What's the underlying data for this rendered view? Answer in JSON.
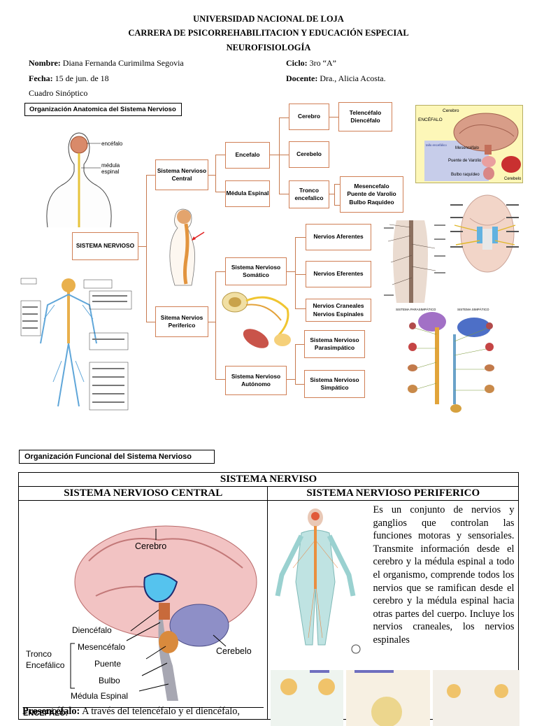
{
  "header": {
    "university": "UNIVERSIDAD NACIONAL DE LOJA",
    "career": "CARRERA DE PSICORREHABILITACION Y EDUCACIÓN ESPECIAL",
    "subject": "NEUROFISIOLOGÍA"
  },
  "meta": {
    "name_label": "Nombre:",
    "name_value": "Diana Fernanda Curimilma Segovia",
    "cycle_label": "Ciclo:",
    "cycle_value": "3ro “A”",
    "date_label": "Fecha:",
    "date_value": "15 de jun. de 18",
    "teacher_label": "Docente:",
    "teacher_value": "Dra., Alicia Acosta.",
    "doc_type": "Cuadro Sinóptico"
  },
  "anatomic": {
    "title": "Organización Anatomica del Sistema Nervioso",
    "root": "SISTEMA NERVIOSO",
    "snc": "Sistema Nervioso Central",
    "snp": "Sitema Nervios Periferico",
    "encefalo": "Encefalo",
    "medula": "Médula Espinal",
    "cerebro": "Cerebro",
    "cerebelo": "Cerebelo",
    "tronco": "Tronco encefalico",
    "telencefalo": "Telencéfalo",
    "diencefalo": "Diencéfalo",
    "mesencefalo": "Mesencefalo",
    "puente": "Puente de Varolio",
    "bulbo": "Bulbo Raquideo",
    "somatico": "Sistema Nervioso Somático",
    "autonomo": "Sistema Nervioso Autónomo",
    "aferentes": "Nervios Aferentes",
    "eferentes": "Nervios Eferentes",
    "craneales": "Nervios Craneales",
    "espinales": "Nervios Espinales",
    "parasimpatico": "Sistema Nervioso Parasimpático",
    "simpatico": "Sistema Nervioso Simpático"
  },
  "figure_labels": {
    "body_encefalo": "encéfalo",
    "body_medula": "médula",
    "body_espinal": "espinal",
    "brain_cerebro": "Cerebro",
    "brain_encefalo": "ENCÉFALO",
    "brain_mesencefalo": "Mesencéfalo",
    "brain_puente": "Puente de Varolio",
    "brain_bulbo": "Bulbo raquídeo",
    "brain_cerebelo": "Cerebelo",
    "brain_tallo": "tallo encefálico",
    "chain_para": "SISTEMA PARASIMPÁTICO",
    "chain_simp": "SISTEMA SIMPÁTICO"
  },
  "functional": {
    "title": "Organización Funcional del Sistema Nervioso",
    "table_title": "SISTEMA NERVISO",
    "col_central": "SISTEMA NERVIOSO CENTRAL",
    "col_periferico": "SISTEMA NERVIOSO PERIFERICO",
    "periferico_text": "Es un conjunto de nervios y ganglios que controlan las funciones motoras y sensoriales. Transmite información desde el cerebro y la médula espinal a todo el organismo, comprende todos los nervios que se ramifican desde el cerebro y la médula espinal hacia otras partes del cuerpo. Incluye los nervios craneales, los nervios espinales",
    "brain_cerebro": "Cerebro",
    "brain_diencefalo": "Diencéfalo",
    "brain_mesencefalo": "Mesencéfalo",
    "brain_tronco": "Tronco",
    "brain_encefalico": "Encefálico",
    "brain_puente": "Puente",
    "brain_bulbo": "Bulbo",
    "brain_medula": "Médula Espinal",
    "brain_cerebelo": "Cerebelo",
    "encefalo_label": "ENCEFÁLO:",
    "prosencefalo_label": "Prosencéfalo:",
    "prosencefalo_text": " A través del telencéfalo y el diencéfalo,"
  }
}
